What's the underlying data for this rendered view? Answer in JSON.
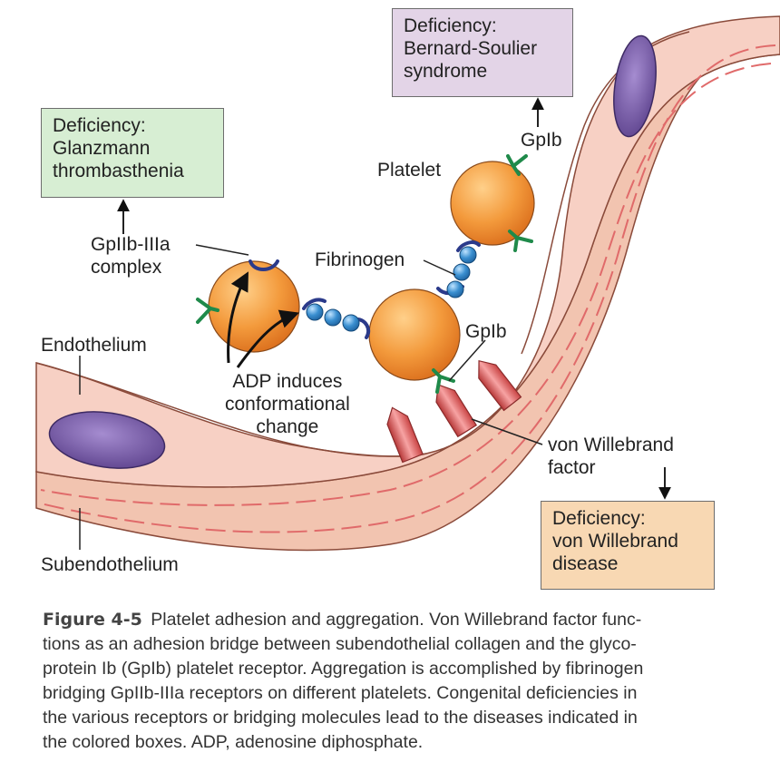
{
  "boxes": {
    "glanzmann": [
      "Deficiency:",
      "Glanzmann",
      "thrombasthenia"
    ],
    "bernard": [
      "Deficiency:",
      "Bernard-Soulier",
      "syndrome"
    ],
    "vwd": [
      "Deficiency:",
      "von Willebrand",
      "disease"
    ]
  },
  "labels": {
    "gpiib": [
      "GpIIb-IIIa",
      "complex"
    ],
    "platelet": "Platelet",
    "gpib_top": "GpIb",
    "fibrinogen": "Fibrinogen",
    "gpib_mid": "GpIb",
    "endothelium": "Endothelium",
    "adp": [
      "ADP induces",
      "conformational",
      "change"
    ],
    "vwf": [
      "von Willebrand",
      "factor"
    ],
    "subendothelium": "Subendothelium"
  },
  "caption": {
    "figno": "Figure 4-5",
    "lines": [
      "Platelet adhesion and aggregation. Von Willebrand factor func-",
      "tions as an adhesion bridge between subendothelial collagen and the glyco-",
      "protein Ib (GpIb) platelet receptor. Aggregation is accomplished by fibrinogen",
      "bridging GpIIb-IIIa receptors on different platelets. Congenital deficiencies in",
      "the various receptors or bridging molecules lead to the diseases indicated in",
      "the colored boxes. ADP, adenosine diphosphate."
    ]
  },
  "colors": {
    "vessel_wall": "#f3c7b5",
    "endothelial_cell": "#f6c9c2",
    "nucleus": "#7a5ba6",
    "platelet": "#f0913a",
    "fibrinogen": "#3a8fd0",
    "receptor_gpib": "#1f8a4a",
    "receptor_gpiib": "#2b3a8a",
    "vwf": "#e56b6b",
    "glanzmann_box": "#d7eed3",
    "bernard_box": "#e3d4e7",
    "vwd_box": "#f8d8b3"
  }
}
